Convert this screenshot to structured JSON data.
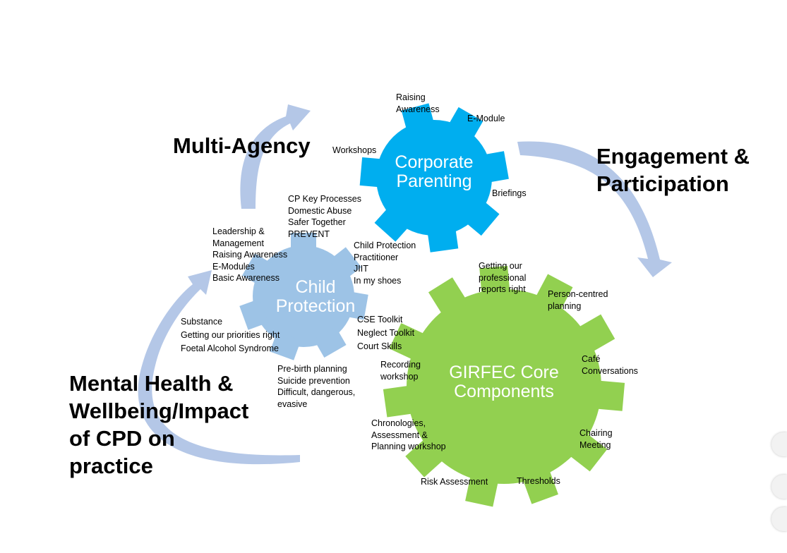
{
  "headings": {
    "multi_agency": "Multi-Agency",
    "engagement_1": "Engagement &",
    "engagement_2": "Participation",
    "mental_1": "Mental Health &",
    "mental_2": "Wellbeing/Impact",
    "mental_3": "of CPD on",
    "mental_4": "practice"
  },
  "gears": {
    "corporate": {
      "title_1": "Corporate",
      "title_2": "Parenting",
      "color": "#00aeef",
      "labels": {
        "raising_1": "Raising",
        "raising_2": "Awareness",
        "emodule": "E-Module",
        "workshops": "Workshops",
        "briefings": "Briefings"
      }
    },
    "child": {
      "title_1": "Child",
      "title_2": "Protection",
      "color": "#9dc3e6",
      "labels": {
        "cp": [
          "CP Key Processes",
          "Domestic Abuse",
          "Safer Together",
          "PREVENT"
        ],
        "leadership": [
          "Leadership &",
          "Management",
          "Raising Awareness",
          "E-Modules",
          "Basic Awareness"
        ],
        "practitioner": [
          "Child Protection",
          "Practitioner",
          "JIIT",
          "In my shoes"
        ],
        "substance": [
          "Substance",
          "Getting our priorities right",
          "Foetal Alcohol Syndrome"
        ],
        "toolkits": [
          "CSE Toolkit",
          "Neglect Toolkit",
          "Court Skills"
        ],
        "prebirth": [
          "Pre-birth planning",
          "Suicide prevention",
          "Difficult, dangerous,",
          "evasive"
        ]
      }
    },
    "girfec": {
      "title_1": "GIRFEC Core",
      "title_2": "Components",
      "color": "#92d050",
      "labels": {
        "reports": [
          "Getting our",
          "professional",
          "reports right"
        ],
        "person": [
          "Person-centred",
          "planning"
        ],
        "cafe": [
          "Café",
          "Conversations"
        ],
        "recording": [
          "Recording",
          "workshop"
        ],
        "chronologies": [
          "Chronologies,",
          "Assessment &",
          "Planning workshop"
        ],
        "chairing": [
          "Chairing",
          "Meeting"
        ],
        "risk": "Risk Assessment",
        "thresholds": "Thresholds"
      }
    }
  },
  "colors": {
    "arrow": "#b4c7e7",
    "text": "#000000"
  }
}
